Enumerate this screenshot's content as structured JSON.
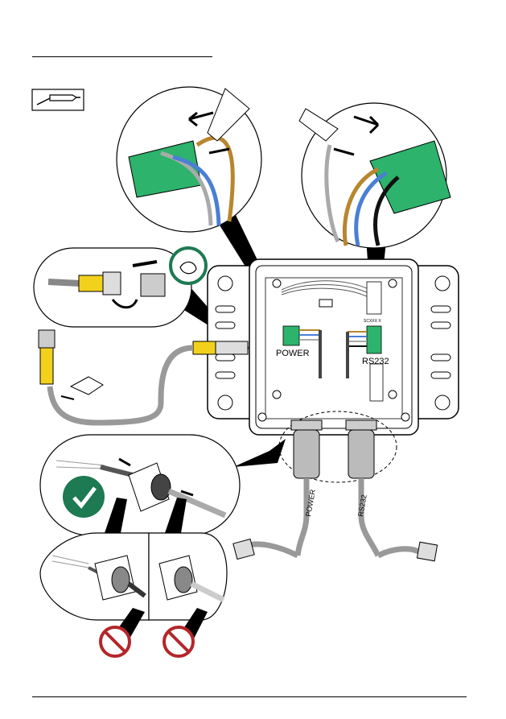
{
  "labels": {
    "power_terminal": "POWER",
    "rs232_terminal": "RS232",
    "serial_tag": "SCXXX X",
    "power_cable": "POWER",
    "rs232_cable": "RS232"
  },
  "colors": {
    "terminal_green": "#2db36b",
    "wire_blue": "#4a7fd4",
    "wire_brown": "#b8862e",
    "wire_gray": "#aaaaaa",
    "wire_black": "#111111",
    "connector_yellow": "#f2d11c",
    "ok_green": "#1d7a52",
    "prohibit_red": "#b3262a"
  },
  "icons": [
    "screwdriver-icon",
    "checkmark-icon",
    "prohibited-icon",
    "prohibited-icon",
    "hand-tighten-icon",
    "remove-cap-icon"
  ]
}
